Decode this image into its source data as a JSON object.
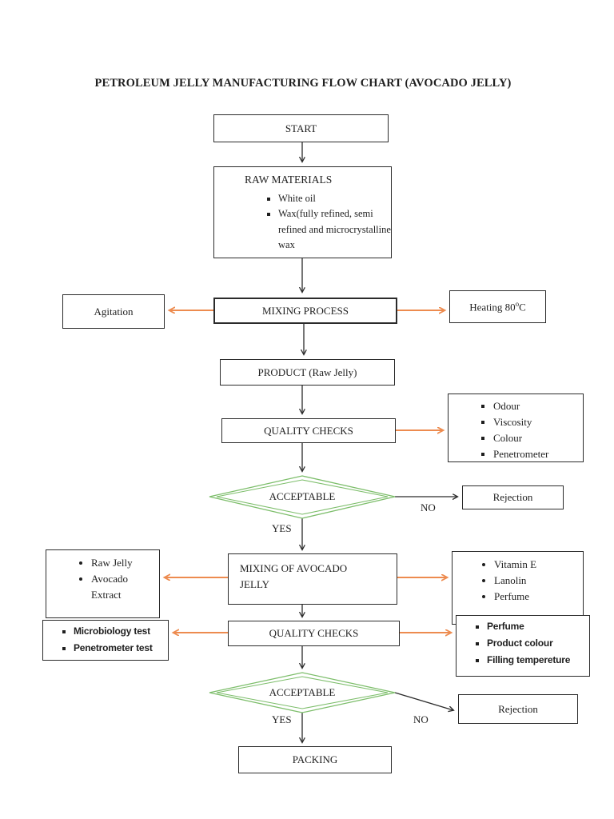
{
  "title": "PETROLEUM JELLY MANUFACTURING FLOW CHART (AVOCADO JELLY)",
  "colors": {
    "arrow_orange": "#ED8B4F",
    "diamond_green": "#7DBE6B",
    "line_black": "#2b2b2b"
  },
  "labels": {
    "yes": "YES",
    "no": "NO"
  },
  "nodes": {
    "start": "START",
    "raw_materials": {
      "heading": "RAW MATERIALS",
      "items": [
        "White oil",
        "Wax(fully refined, semi refined and microcrystalline wax"
      ]
    },
    "agitation": "Agitation",
    "mixing_process": "MIXING PROCESS",
    "heating": {
      "prefix": "Heating 80",
      "sup": "o",
      "suffix": "C"
    },
    "product": "PRODUCT (Raw Jelly)",
    "quality_checks_1": "QUALITY CHECKS",
    "quality_params_1": [
      "Odour",
      "Viscosity",
      "Colour",
      "Penetrometer"
    ],
    "acceptable_1": "ACCEPTABLE",
    "rejection_1": "Rejection",
    "avocado_inputs": [
      "Raw Jelly",
      "Avocado Extract"
    ],
    "mixing_avocado": "MIXING OF AVOCADO JELLY",
    "additives": [
      "Vitamin E",
      "Lanolin",
      "Perfume"
    ],
    "lab_tests": [
      "Microbiology test",
      "Penetrometer test"
    ],
    "quality_checks_2": "QUALITY CHECKS",
    "quality_params_2": [
      "Perfume",
      "Product colour",
      "Filling tempereture"
    ],
    "acceptable_2": "ACCEPTABLE",
    "rejection_2": "Rejection",
    "packing": "PACKING"
  }
}
